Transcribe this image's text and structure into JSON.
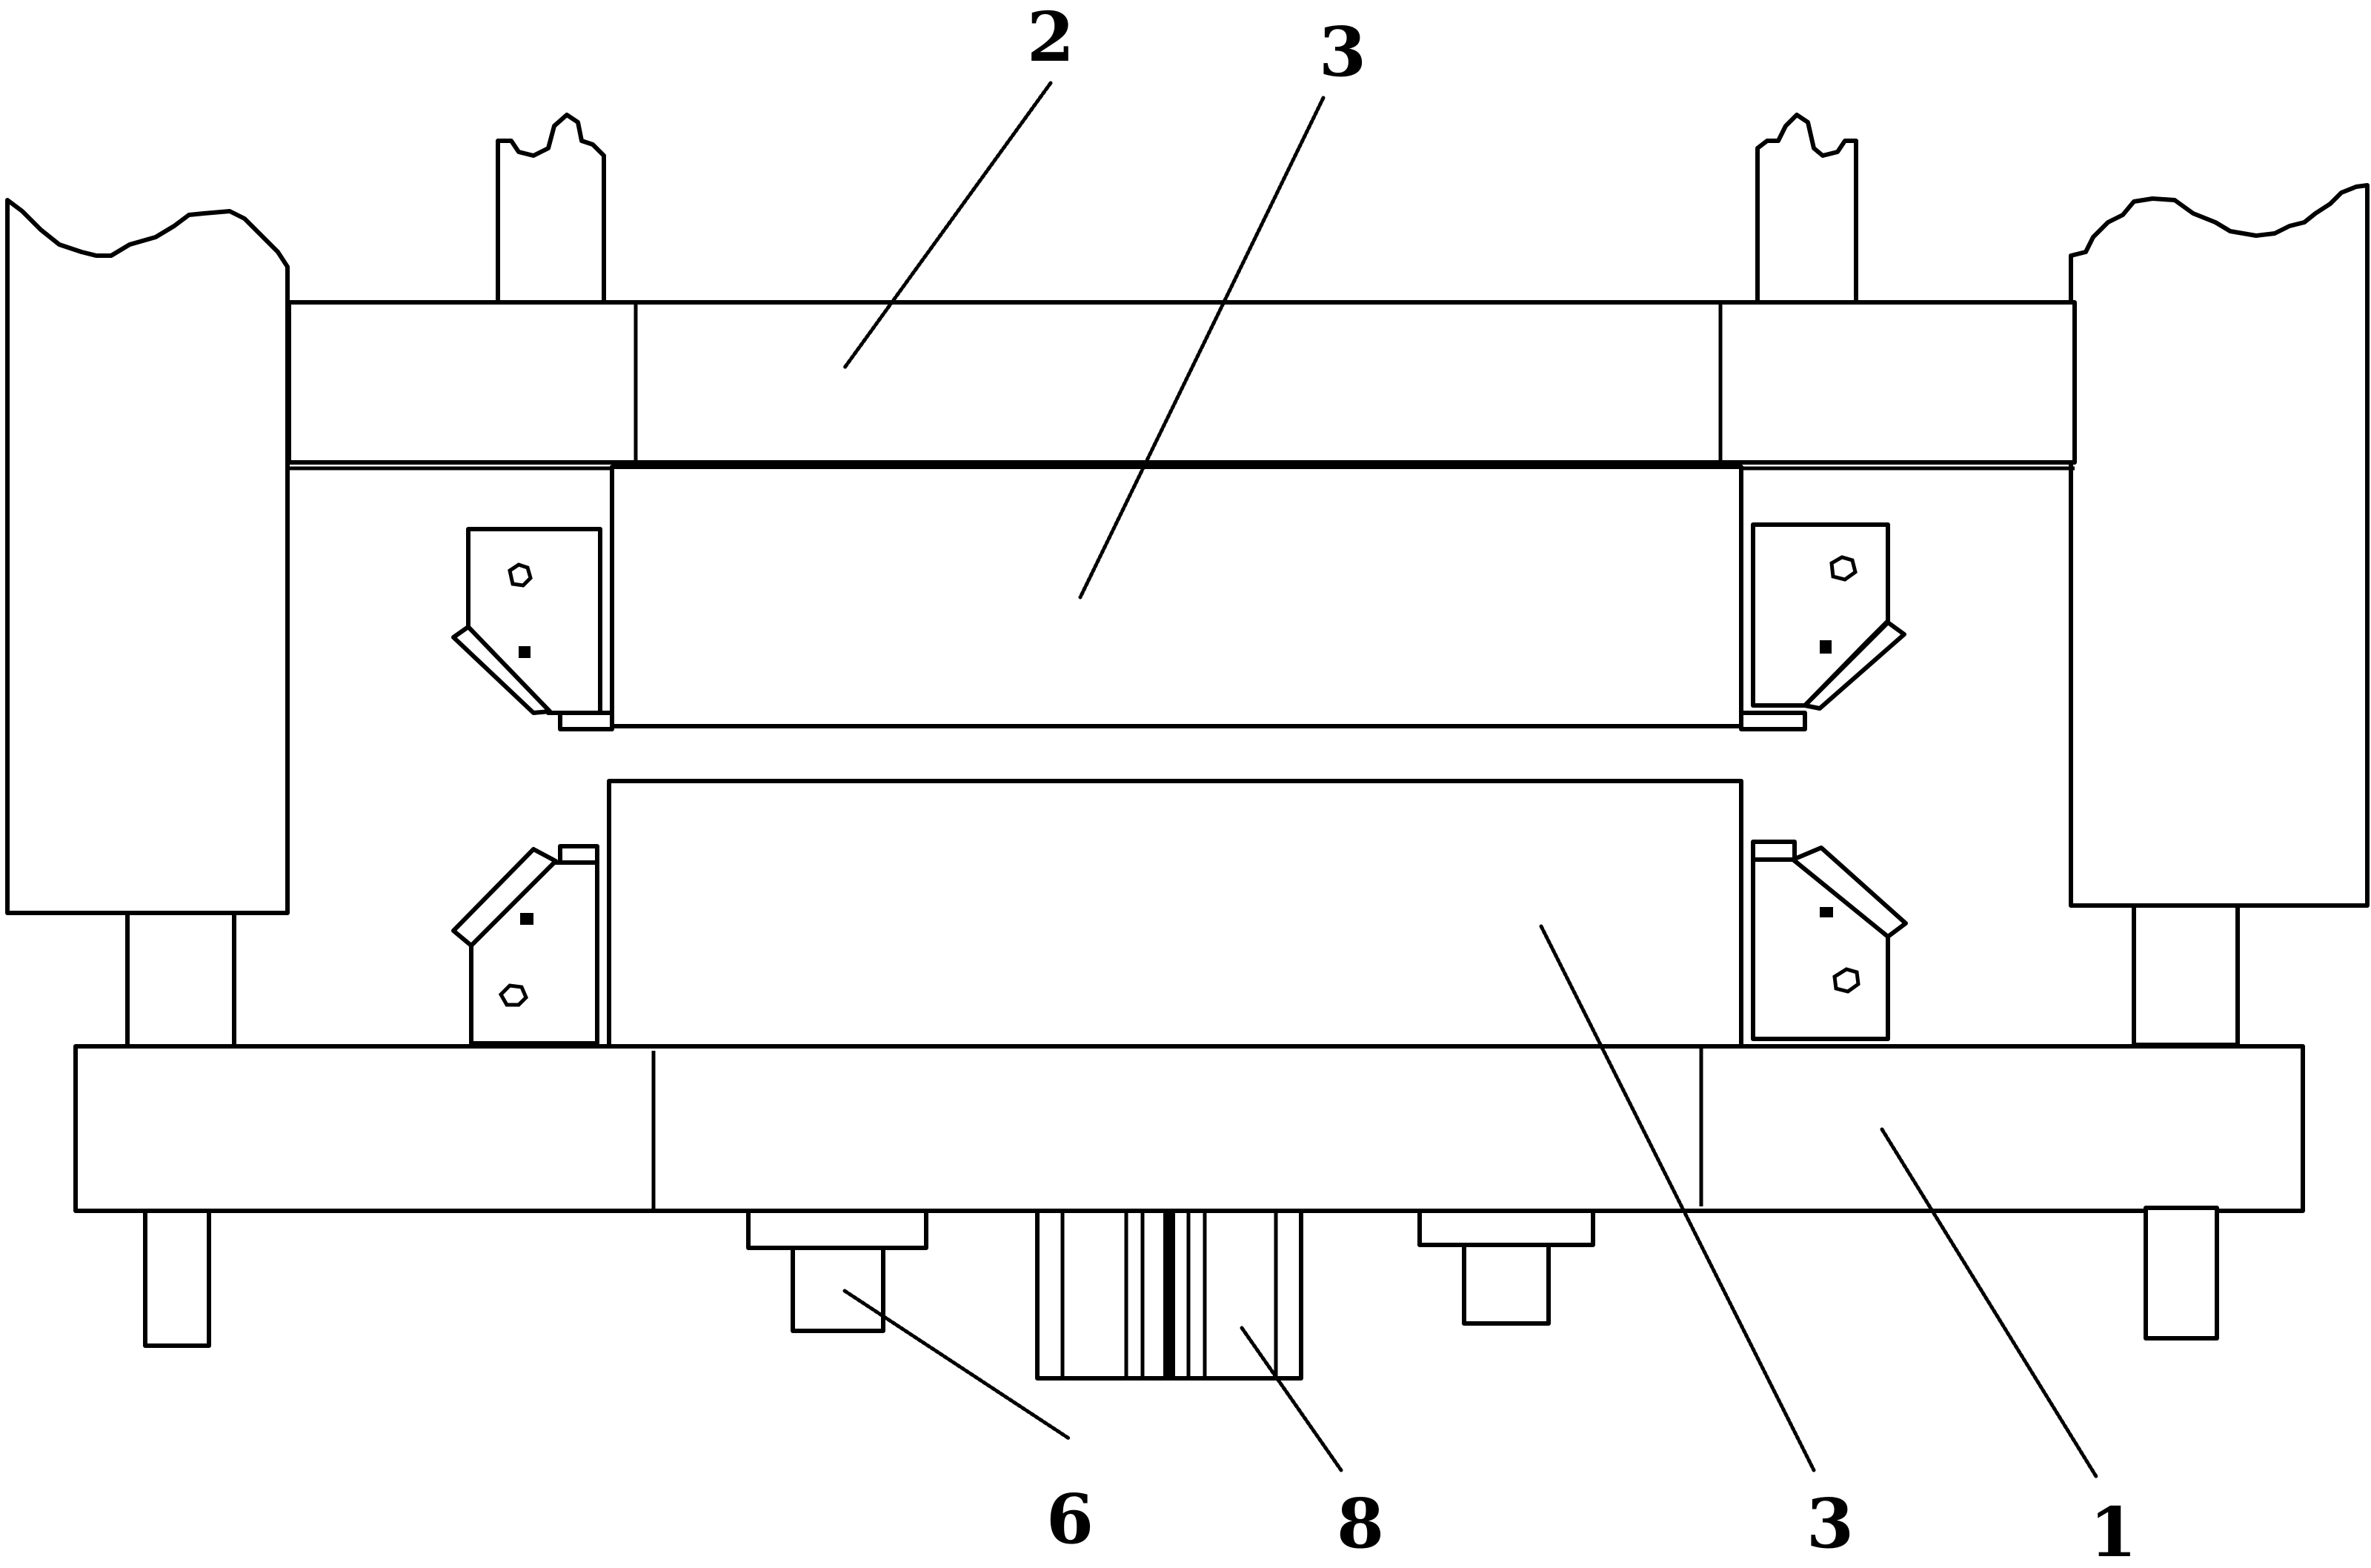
{
  "labels": {
    "top_left": "2",
    "top_right": "3",
    "bottom_1": "6",
    "bottom_2": "8",
    "bottom_3": "3",
    "bottom_4": "1"
  }
}
